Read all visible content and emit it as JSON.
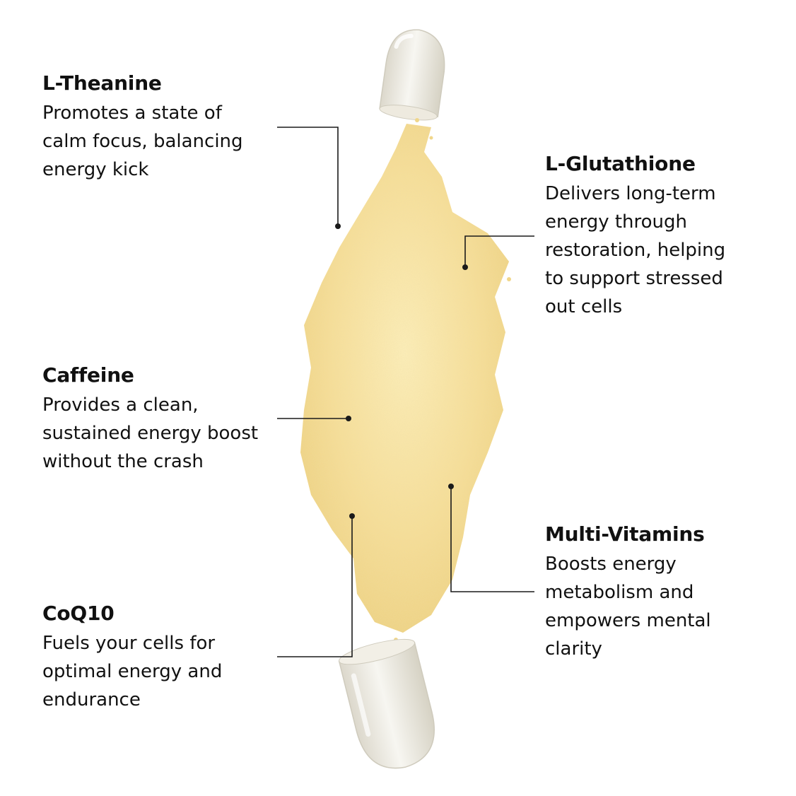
{
  "ingredients": [
    {
      "name": "L-Theanine",
      "lines": [
        "Promotes a state of",
        "calm focus, balancing",
        "energy kick"
      ]
    },
    {
      "name": "L-Glutathione",
      "lines": [
        "Delivers long-term",
        "energy through",
        "restoration, helping",
        "to support stressed",
        "out cells"
      ]
    },
    {
      "name": "Caffeine",
      "lines": [
        "Provides a clean,",
        "sustained energy boost",
        "without the crash"
      ]
    },
    {
      "name": "Multi-Vitamins",
      "lines": [
        "Boosts energy",
        "metabolism and",
        "empowers mental",
        "clarity"
      ]
    },
    {
      "name": "CoQ10",
      "lines": [
        "Fuels your cells for",
        "optimal energy and",
        "endurance"
      ]
    }
  ],
  "colors": {
    "powder": "#f5dd97",
    "powder_dark": "#e8c877",
    "powder_light": "#fbedb8",
    "capsule": "#ece9df",
    "line": "#1a1a1a",
    "background": "#ffffff"
  },
  "icons": [
    "capsule-top-icon",
    "capsule-bottom-icon",
    "powder-pile-icon"
  ]
}
